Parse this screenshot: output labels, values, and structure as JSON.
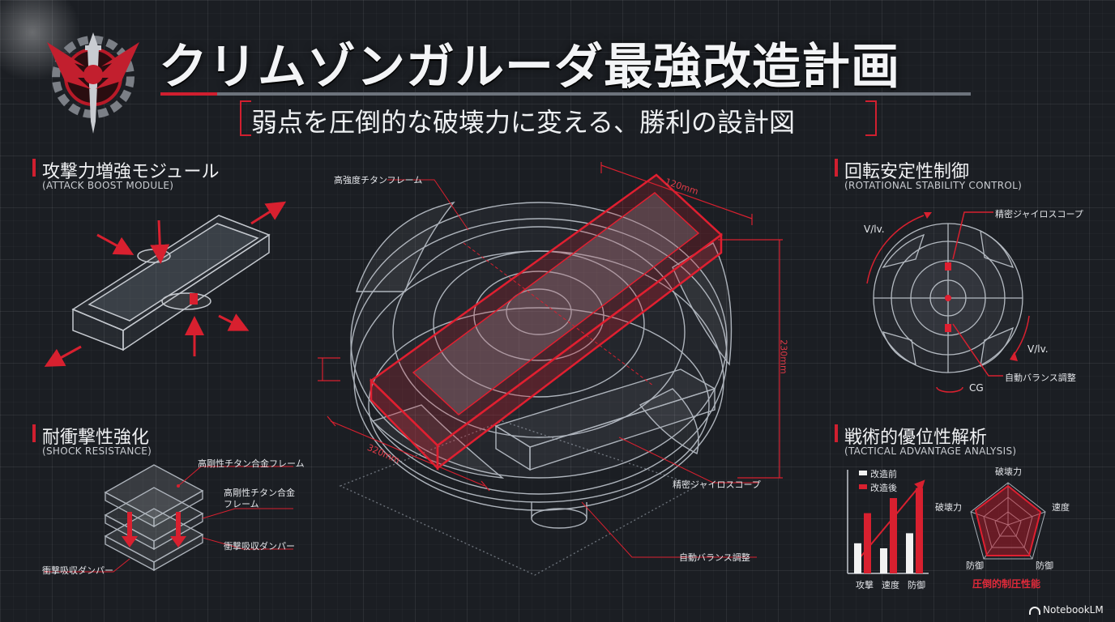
{
  "header": {
    "title": "クリムゾンガルーダ最強改造計画",
    "subtitle": "弱点を圧倒的な破壊力に変える、勝利の設計図"
  },
  "sections": {
    "attack": {
      "title": "攻撃力増強モジュール",
      "subtitle": "(ATTACK BOOST MODULE)"
    },
    "stability": {
      "title": "回転安定性制御",
      "subtitle": "(ROTATIONAL STABILITY CONTROL)"
    },
    "shock": {
      "title": "耐衝撃性強化",
      "subtitle": "(SHOCK RESISTANCE)"
    },
    "tactical": {
      "title": "戦術的優位性解析",
      "subtitle": "(TACTICAL ADVANTAGE ANALYSIS)"
    }
  },
  "center": {
    "label_frame": "高強度チタンフレーム",
    "label_gyro": "精密ジャイロスコープ",
    "label_balance": "自動バランス調整",
    "dim_top": "120mm",
    "dim_left": "320mm",
    "dim_right": "230mm"
  },
  "shock_labels": {
    "frame1": "高剛性チタン合金フレーム",
    "frame2_line1": "高剛性チタン合金",
    "frame2_line2": "フレーム",
    "damper_right": "衝撃吸収ダンパー",
    "damper_left": "衝撃吸収ダンパー"
  },
  "stability_labels": {
    "gyro": "精密ジャイロスコープ",
    "balance": "自動バランス調整",
    "v_left": "V/lv.",
    "v_right": "V/lv.",
    "cg": "CG"
  },
  "tactical_chart": {
    "legend": [
      "改造前",
      "改造後"
    ],
    "categories": [
      "攻撃",
      "速度",
      "防御"
    ],
    "radar_axes": [
      "破壊力",
      "速度",
      "防御",
      "防御",
      "破壊力"
    ],
    "radar_caption": "圧倒的制圧性能"
  },
  "chart_data": {
    "type": "bar",
    "categories": [
      "攻撃",
      "速度",
      "防御"
    ],
    "series": [
      {
        "name": "改造前",
        "values": [
          30,
          25,
          40
        ]
      },
      {
        "name": "改造後",
        "values": [
          60,
          75,
          85
        ]
      }
    ],
    "ylim": [
      0,
      100
    ],
    "colors": [
      "#f2f2f2",
      "#d8202f"
    ]
  },
  "branding": {
    "watermark": "NotebookLM"
  }
}
